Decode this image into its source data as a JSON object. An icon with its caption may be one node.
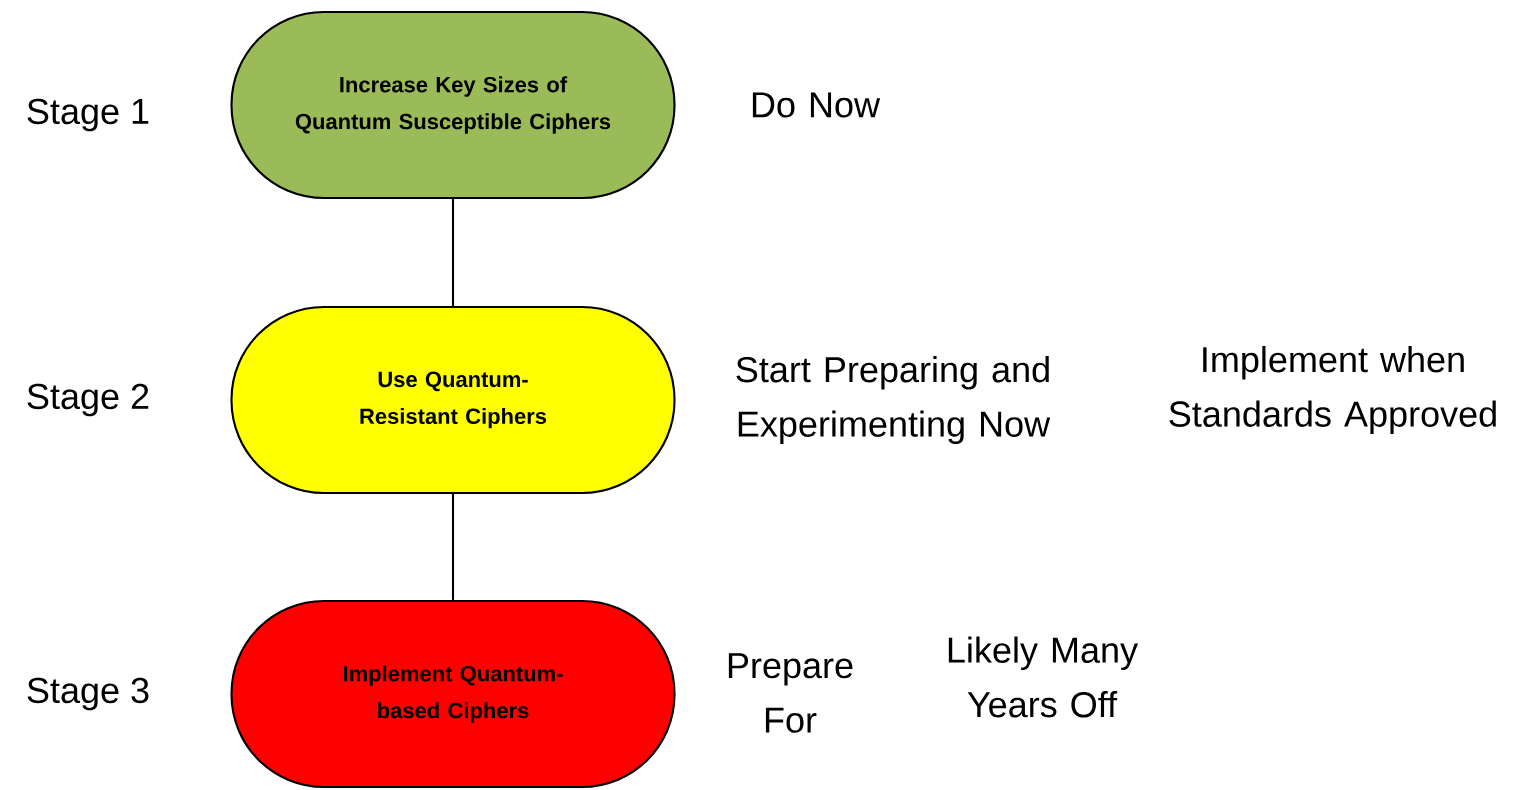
{
  "diagram": {
    "nodes": [
      {
        "text": [
          "Increase Key Sizes of Quantum Susceptible Ciphers"
        ],
        "beside": [
          "Do Now"
        ]
      },
      {
        "text": [
          "Use Quantum-Resistant Ciphers"
        ],
        "beside": [
          "Start Preparing and Experimenting Now",
          "Implement when Standards Approved"
        ]
      },
      {
        "text": [
          "Implement Quantum-based Ciphers"
        ],
        "beside": [
          "Prepare For",
          "Likely Many Years Off"
        ]
      }
    ],
    "edges": [
      {
        "from": 0,
        "to": 1,
        "arrow": "none"
      },
      {
        "from": 1,
        "to": 2,
        "arrow": "none"
      }
    ],
    "labels": [
      "Stage 1",
      "Stage 2",
      "Stage 3"
    ]
  }
}
